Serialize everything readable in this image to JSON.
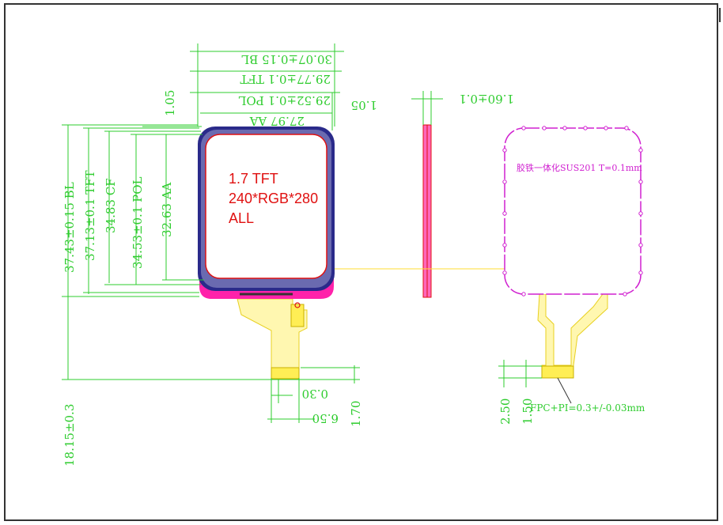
{
  "title_block": {
    "label_line1": "1.7 TFT",
    "label_line2": "240*RGB*280",
    "label_line3": "ALL"
  },
  "top_dims": {
    "bl": "30.07±0.15  BL",
    "tft": "29.77±0.1  TFT",
    "pol": "29.52±0.1  POL",
    "aa": "27.97  AA",
    "gap_top": "1.05",
    "gap_right": "1.05"
  },
  "left_dims": {
    "bl": "37.43±0.15  BL",
    "tft": "37.13±0.1  TFT",
    "cf": "34.83  CF",
    "pol": "34.53±0.1  POL",
    "aa": "32.63  AA",
    "total": "18.15±0.3"
  },
  "fpc_dims": {
    "pin": "0.30",
    "width": "6.50",
    "height": "1.70"
  },
  "side_view": {
    "thickness": "1.60±0.1"
  },
  "back_view": {
    "note": "胶铁一体化SUS201 T=0.1mm",
    "d1": "2.50",
    "d2": "1.50",
    "fpc_note": "FPC+PI=0.3+/-0.03mm"
  },
  "colors": {
    "border": "#333333",
    "dim": "#2ecc2e",
    "outline": "#e01010",
    "magenta": "#d020d0",
    "fpc": "#ffee55",
    "navy": "#2a2a8a"
  }
}
